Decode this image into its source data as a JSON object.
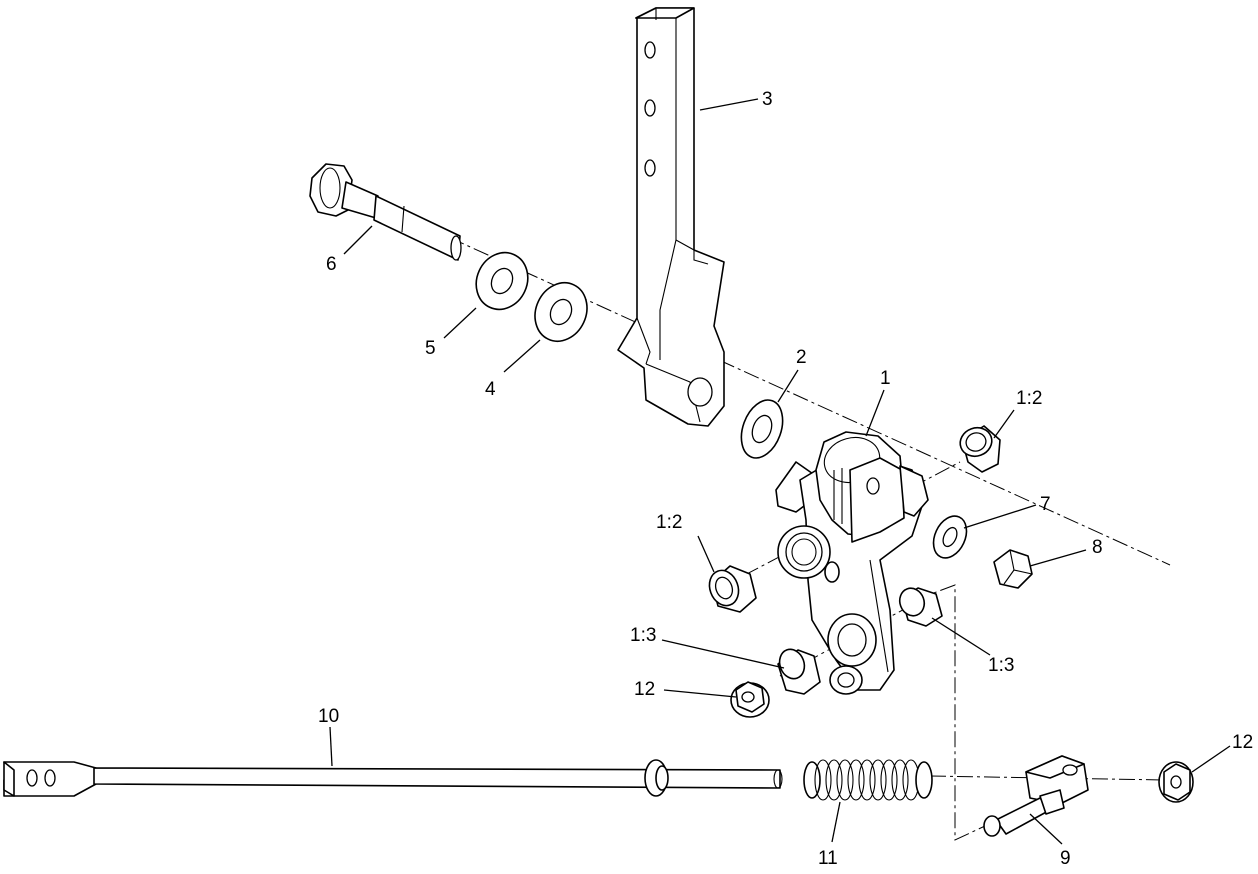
{
  "callouts": {
    "c1": "1",
    "c2": "2",
    "c3": "3",
    "c4": "4",
    "c5": "5",
    "c6": "6",
    "c7": "7",
    "c8": "8",
    "c9": "9",
    "c10": "10",
    "c11": "11",
    "c12a": "12",
    "c12b": "12",
    "c1_2a": "1:2",
    "c1_2b": "1:2",
    "c1_3a": "1:3",
    "c1_3b": "1:3"
  }
}
